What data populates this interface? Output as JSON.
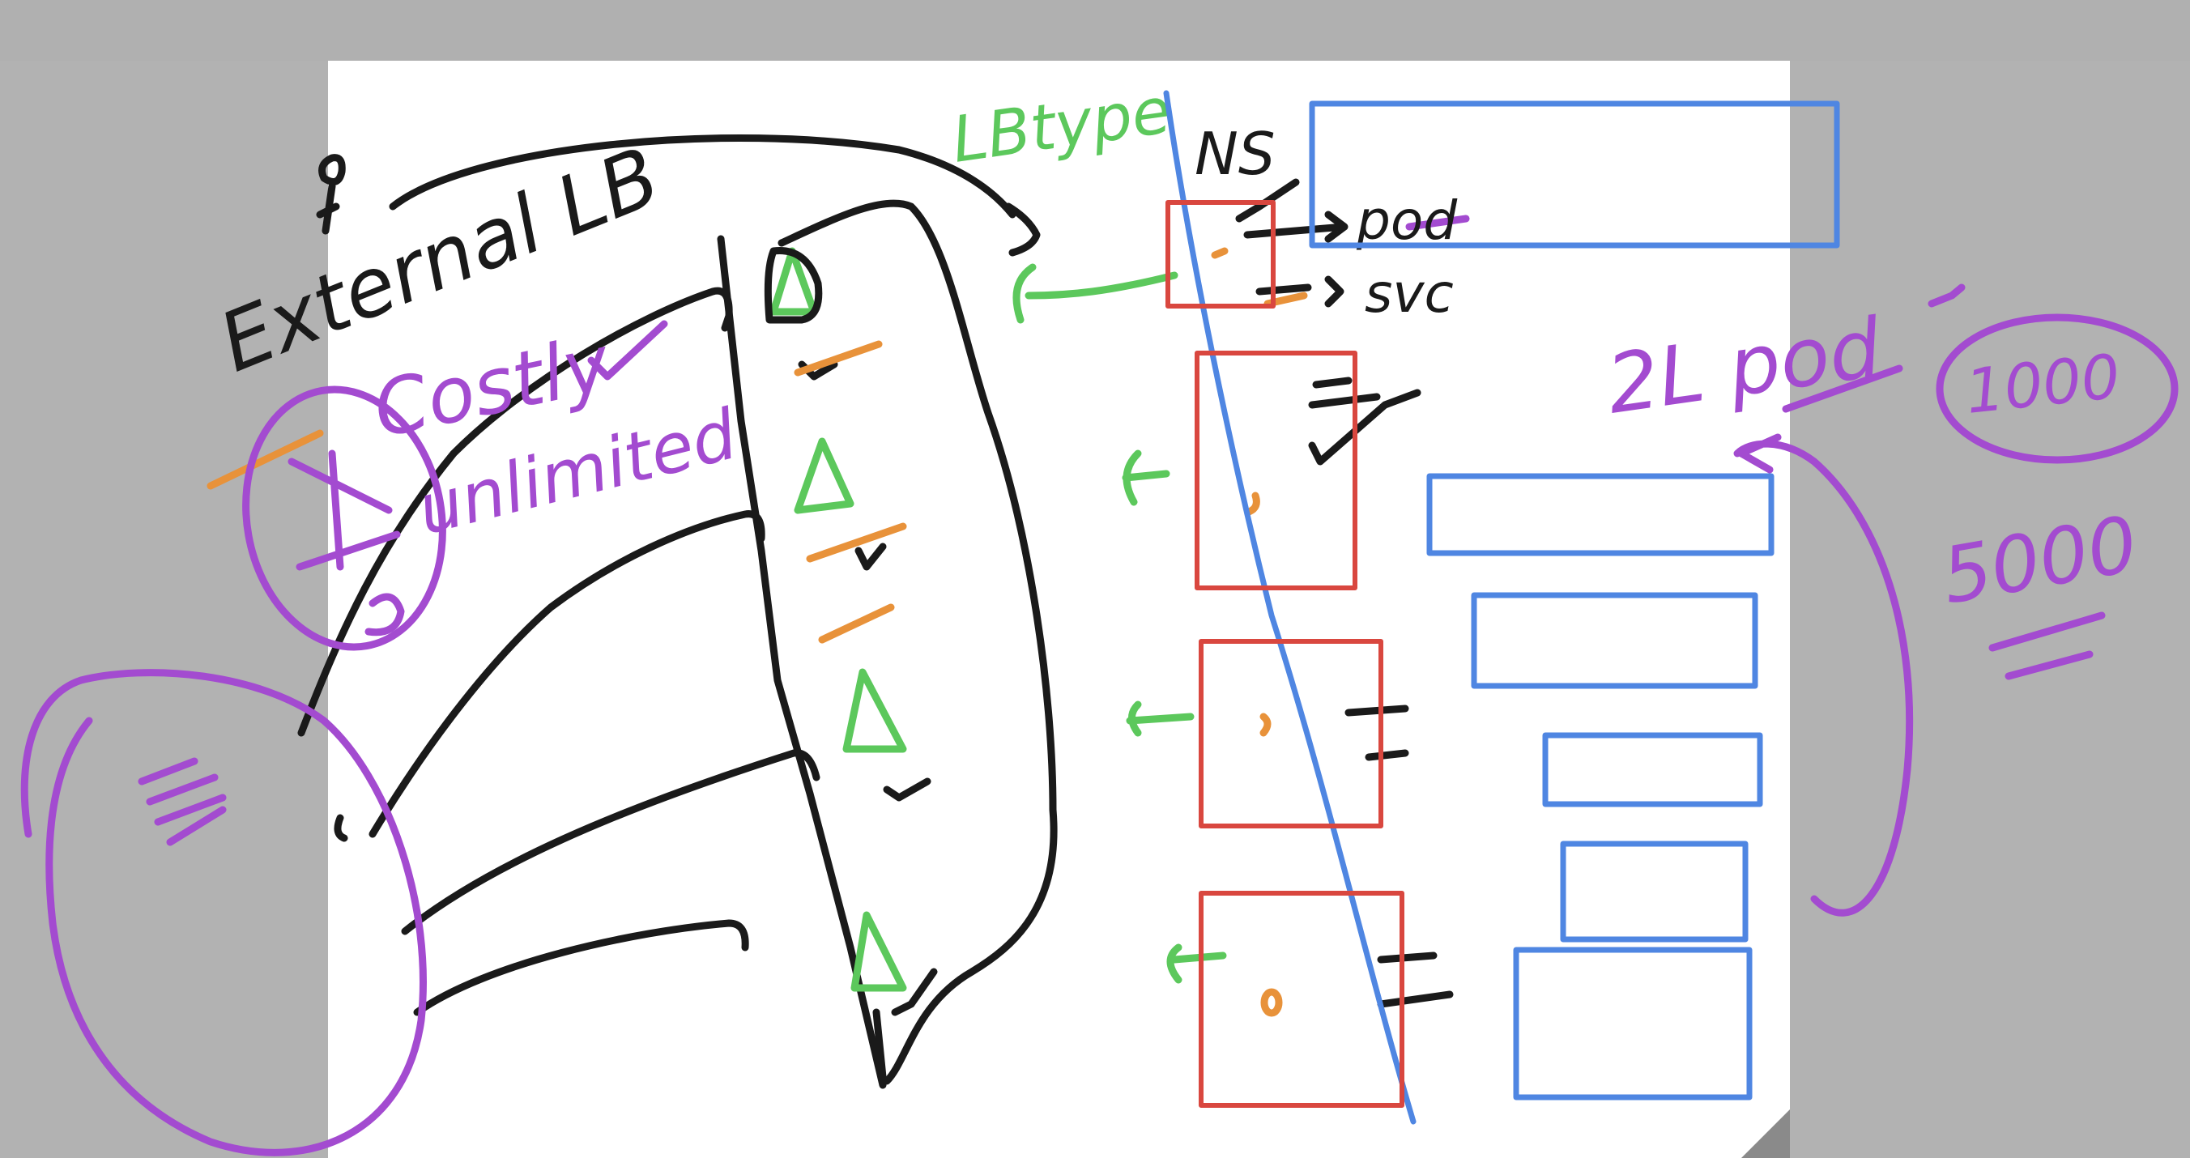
{
  "colors": {
    "background": "#b2b2b2",
    "page": "#ffffff",
    "ink_black": "#1a1a1a",
    "ink_purple": "#a34bd0",
    "ink_green": "#5cc85c",
    "ink_orange": "#e8923a",
    "ink_blue": "#4f86e2",
    "ink_red": "#d9473f"
  },
  "labels": {
    "external_lb": "External LB",
    "costly": "Costly",
    "unlimited": "unlimited",
    "lb_type": "LBtype",
    "ns": "NS",
    "pod": "pod",
    "svc": "svc",
    "two_l_pod": "2L pod",
    "n_1000": "1000",
    "n_5000": "5000"
  },
  "icons": [
    "triangle-icon",
    "checkmark-icon",
    "arrow-icon",
    "equals-icon"
  ]
}
